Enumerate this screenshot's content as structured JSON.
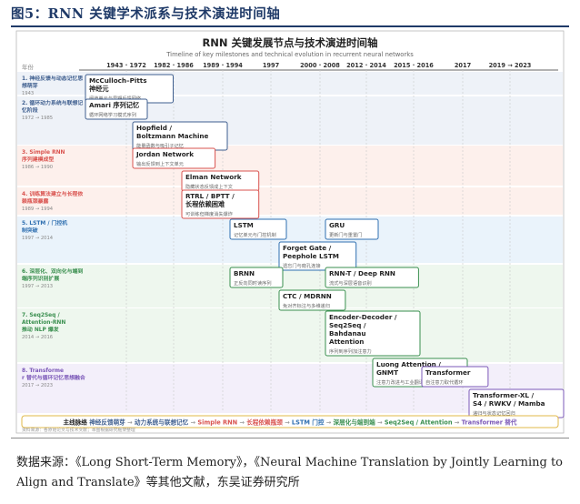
{
  "figure_caption": "图5：RNN 关键学术派系与技术演进时间轴",
  "source_text": "数据来源：《Long Short-Term Memory》，《Neural Machine Translation by Jointly Learning to Align and Translate》等其他文献，东吴证券研究所",
  "chart_data": {
    "type": "table",
    "title": "RNN 关键发展节点与技术演进时间轴",
    "subtitle": "Timeline of key milestones and technical evolution in recurrent neural networks",
    "axis_label": "年份",
    "eras": [
      "1943 · 1972",
      "1982 · 1986",
      "1989 · 1994",
      "1997",
      "2000 · 2008",
      "2012 · 2014",
      "2015 · 2016",
      "2017",
      "2019 → 2023"
    ],
    "rows": [
      {
        "title": "1. 神经反馈与动态记忆思想萌芽",
        "years": "1943",
        "color": "#3f5f8f",
        "bg": "#eef2f8",
        "items": [
          {
            "title": "McCulloch–Pitts 神经元",
            "desc": "阈值单元与早期反馈网络",
            "era": 0
          }
        ]
      },
      {
        "title": "2. 循环动力系统与联想记忆阶段",
        "years": "1972 → 1985",
        "color": "#3f5f8f",
        "bg": "#eef2f8",
        "items": [
          {
            "title": "Amari 序列记忆",
            "desc": "循环网络学习模式序列",
            "era": 0
          },
          {
            "title": "Hopfield / Boltzmann Machine",
            "desc": "能量函数与吸引子记忆",
            "era": 1
          }
        ]
      },
      {
        "title": "3. Simple RNN 序列建模成型",
        "years": "1986 → 1990",
        "color": "#d9534f",
        "bg": "#fdf0ec",
        "items": [
          {
            "title": "Jordan Network",
            "desc": "输出反馈到上下文单元",
            "era": 1
          },
          {
            "title": "Elman Network",
            "desc": "隐藏状态反馈成上下文",
            "era": 2
          }
        ]
      },
      {
        "title": "4. 训练算法建立与长程依赖瓶颈暴露",
        "years": "1989 → 1994",
        "color": "#d9534f",
        "bg": "#fdf0ec",
        "items": [
          {
            "title": "RTRL / BPTT / 长程依赖困难",
            "desc": "可训练但梯度消失爆炸",
            "era": 2
          }
        ]
      },
      {
        "title": "5. LSTM / 门控机制突破",
        "years": "1997 → 2014",
        "color": "#2f6fb0",
        "bg": "#eaf3fb",
        "items": [
          {
            "title": "LSTM",
            "desc": "记忆单元与门控机制",
            "era": 3
          },
          {
            "title": "GRU",
            "desc": "更新门与重置门",
            "era": 5
          },
          {
            "title": "Forget Gate / Peephole LSTM",
            "desc": "遗忘门与窥孔连接",
            "era": 4
          }
        ]
      },
      {
        "title": "6. 深层化、双向化与端到端序列识别扩展",
        "years": "1997 → 2013",
        "color": "#3a8f4f",
        "bg": "#eef7ee",
        "items": [
          {
            "title": "BRNN",
            "desc": "正反向同时读序列",
            "era": 3
          },
          {
            "title": "RNN-T / Deep RNN",
            "desc": "流式与深层语音识别",
            "era": 5
          },
          {
            "title": "CTC / MDRNN",
            "desc": "免对齐标注与多维递归",
            "era": 4
          }
        ]
      },
      {
        "title": "7. Seq2Seq / Attention-RNN 推动 NLP 爆发",
        "years": "2014 → 2016",
        "color": "#3a8f4f",
        "bg": "#eef7ee",
        "items": [
          {
            "title": "Encoder-Decoder / Seq2Seq / Bahdanau Attention",
            "desc": "序列到序列加注意力",
            "era": 5
          },
          {
            "title": "Luong Attention / GNMT",
            "desc": "注意力改进与工业翻译",
            "era": 6
          }
        ]
      },
      {
        "title": "8. Transformer 替代与循环记忆思想融合",
        "years": "2017 → 2023",
        "color": "#7b58b8",
        "bg": "#f3effa",
        "items": [
          {
            "title": "Transformer",
            "desc": "自注意力取代循环",
            "era": 7
          },
          {
            "title": "Transformer-XL / S4 / RWKV / Mamba",
            "desc": "递归与状态记忆回归",
            "era": 8
          }
        ]
      }
    ],
    "main_line_label": "主线脉络",
    "main_line": [
      {
        "text": "神经反馈萌芽",
        "color": "#3f5f8f"
      },
      {
        "text": "动力系统与联想记忆",
        "color": "#3f5f8f"
      },
      {
        "text": "Simple RNN",
        "color": "#d9534f"
      },
      {
        "text": "长程依赖瓶颈",
        "color": "#d9534f"
      },
      {
        "text": "LSTM 门控",
        "color": "#2f6fb0"
      },
      {
        "text": "深层化与端到端",
        "color": "#3a8f4f"
      },
      {
        "text": "Seq2Seq / Attention",
        "color": "#3a8f4f"
      },
      {
        "text": "Transformer 替代",
        "color": "#7b58b8"
      }
    ],
    "footnote": "资料来源：各原始论文与技术文献；本图根据研究框架整理"
  }
}
